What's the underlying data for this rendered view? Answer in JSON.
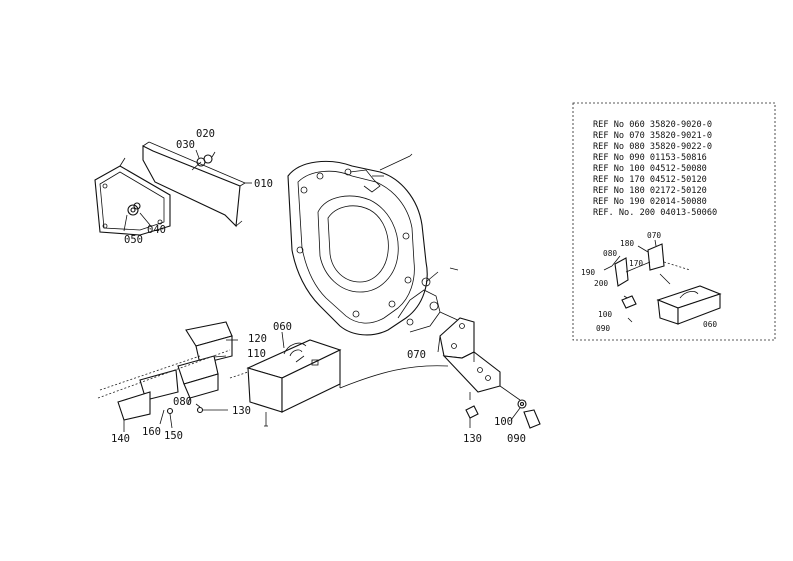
{
  "labels": {
    "l010": "010",
    "l020": "020",
    "l030": "030",
    "l040": "040",
    "l050": "050",
    "l060": "060",
    "l070": "070",
    "l080": "080",
    "l090": "090",
    "l100": "100",
    "l110": "110",
    "l120": "120",
    "l130a": "130",
    "l130b": "130",
    "l140": "140",
    "l150": "150",
    "l160": "160"
  },
  "ref_table": [
    "REF No 060 35820-9020-0",
    "REF No 070 35820-9021-0",
    "REF No 080 35820-9022-0",
    "REF No 090 01153-50816",
    "REF No 100 04512-50080",
    "REF No 170 04512-50120",
    "REF No 180 02172-50120",
    "REF No 190 02014-50080",
    "REF. No. 200 04013-50060"
  ],
  "inset": {
    "l070": "070",
    "l180": "180",
    "l080": "080",
    "l170": "170",
    "l190": "190",
    "l200": "200",
    "l100": "100",
    "l090": "090",
    "l060": "060"
  }
}
